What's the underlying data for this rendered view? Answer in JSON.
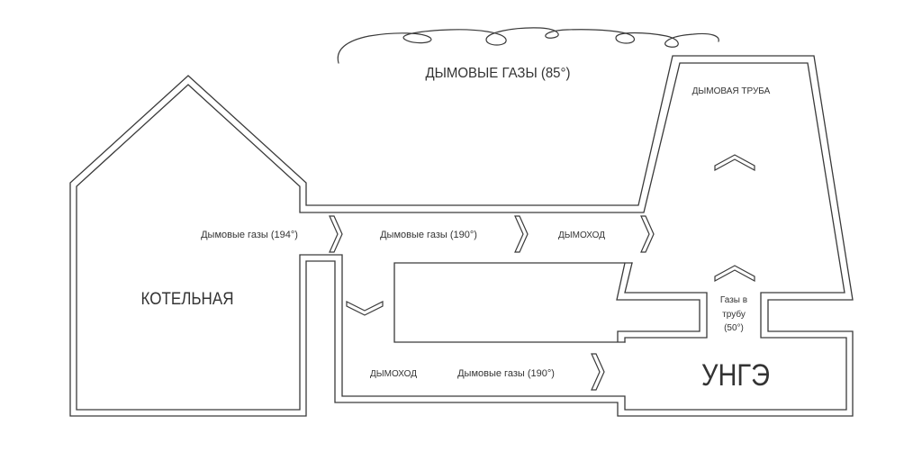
{
  "smoke": {
    "label": "ДЫМОВЫЕ ГАЗЫ (85°)"
  },
  "boiler_room": {
    "label": "КОТЕЛЬНАЯ"
  },
  "upper_flue": {
    "segments": [
      "Дымовые газы (194°)",
      "Дымовые газы (190°)",
      "ДЫМОХОД"
    ],
    "arrow_icon": "chevron-right-icon"
  },
  "lower_flue": {
    "segments": [
      "ДЫМОХОД",
      "Дымовые газы (190°)"
    ],
    "arrow_icon": "chevron-right-icon",
    "turn_icon": "chevron-down-icon"
  },
  "chimney": {
    "label": "ДЫМОВАЯ ТРУБА",
    "arrow_icon": "chevron-up-icon"
  },
  "connector": {
    "label_lines": [
      "Газы в",
      "трубу",
      "(50°)"
    ]
  },
  "unge": {
    "label": "УНГЭ"
  },
  "colors": {
    "line": "#3a3a3a",
    "text": "#333333",
    "background": "#ffffff"
  }
}
